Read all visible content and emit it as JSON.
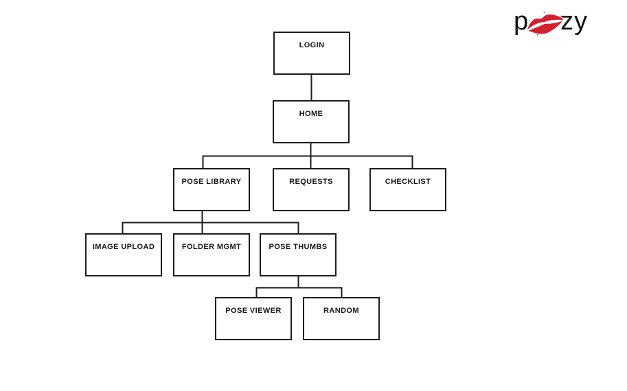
{
  "logo": {
    "prefix": "p",
    "suffix": "zy",
    "lips_icon": "kiss-lips-icon",
    "lips_color": "#d3202f",
    "text_color": "#131313"
  },
  "diagram": {
    "type": "sitemap-flowchart",
    "background_color": "#ffffff",
    "node_border_color": "#1c1c1c",
    "line_color": "#1c1c1c",
    "nodes": [
      {
        "id": "login",
        "label": "LOGIN"
      },
      {
        "id": "home",
        "label": "HOME"
      },
      {
        "id": "pose-library",
        "label": "POSE LIBRARY"
      },
      {
        "id": "requests",
        "label": "REQUESTS"
      },
      {
        "id": "checklist",
        "label": "CHECKLIST"
      },
      {
        "id": "image-upload",
        "label": "IMAGE UPLOAD"
      },
      {
        "id": "folder-mgmt",
        "label": "FOLDER MGMT"
      },
      {
        "id": "pose-thumbs",
        "label": "POSE THUMBS"
      },
      {
        "id": "pose-viewer",
        "label": "POSE VIEWER"
      },
      {
        "id": "random",
        "label": "RANDOM"
      }
    ],
    "edges": [
      {
        "from": "login",
        "to": "home"
      },
      {
        "from": "home",
        "to": "pose-library"
      },
      {
        "from": "home",
        "to": "requests"
      },
      {
        "from": "home",
        "to": "checklist"
      },
      {
        "from": "pose-library",
        "to": "image-upload"
      },
      {
        "from": "pose-library",
        "to": "folder-mgmt"
      },
      {
        "from": "pose-library",
        "to": "pose-thumbs"
      },
      {
        "from": "pose-thumbs",
        "to": "pose-viewer"
      },
      {
        "from": "pose-thumbs",
        "to": "random"
      }
    ]
  }
}
